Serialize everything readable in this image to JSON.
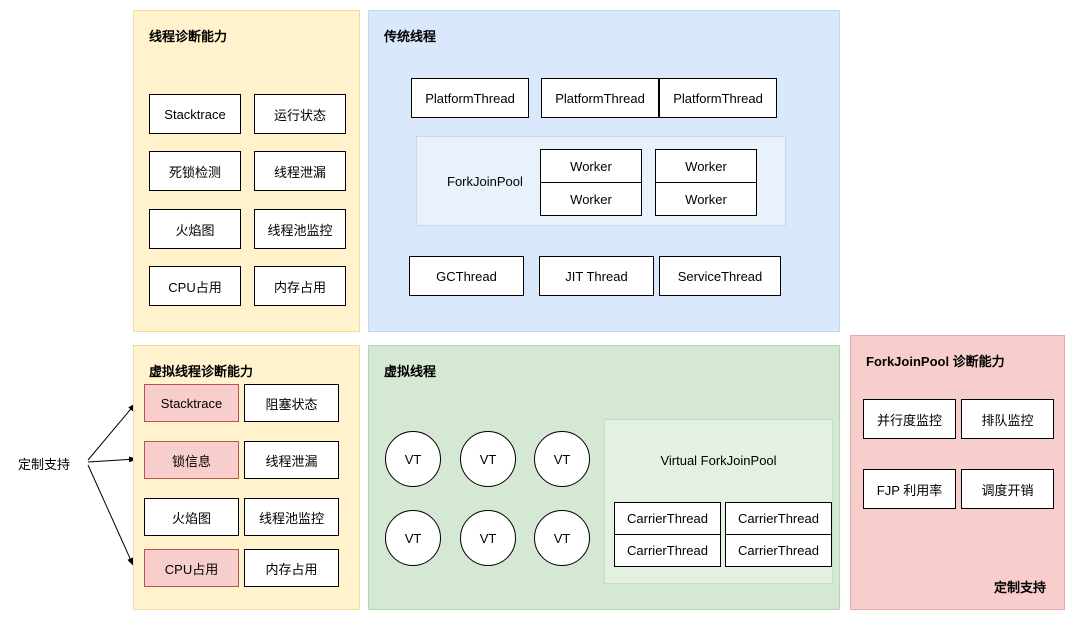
{
  "custom_support": {
    "label": "定制支持"
  },
  "panels": {
    "thread_diag": {
      "title": "线程诊断能力",
      "boxes": [
        "Stacktrace",
        "运行状态",
        "死锁检测",
        "线程泄漏",
        "火焰图",
        "线程池监控",
        "CPU占用",
        "内存占用"
      ]
    },
    "traditional": {
      "title": "传统线程",
      "platform_threads": [
        "PlatformThread",
        "PlatformThread",
        "PlatformThread"
      ],
      "forkjoinpool": {
        "label": "ForkJoinPool",
        "workers": [
          "Worker",
          "Worker",
          "Worker",
          "Worker"
        ]
      },
      "system_threads": [
        "GCThread",
        "JIT Thread",
        "ServiceThread"
      ]
    },
    "vt_diag": {
      "title": "虚拟线程诊断能力",
      "boxes": [
        {
          "label": "Stacktrace",
          "highlighted": true
        },
        {
          "label": "阻塞状态",
          "highlighted": false
        },
        {
          "label": "锁信息",
          "highlighted": true
        },
        {
          "label": "线程泄漏",
          "highlighted": false
        },
        {
          "label": "火焰图",
          "highlighted": false
        },
        {
          "label": "线程池监控",
          "highlighted": false
        },
        {
          "label": "CPU占用",
          "highlighted": true
        },
        {
          "label": "内存占用",
          "highlighted": false
        }
      ]
    },
    "virtual": {
      "title": "虚拟线程",
      "vts": [
        "VT",
        "VT",
        "VT",
        "VT",
        "VT",
        "VT"
      ],
      "virtual_forkjoinpool": {
        "title": "Virtual ForkJoinPool",
        "carriers": [
          "CarrierThread",
          "CarrierThread",
          "CarrierThread",
          "CarrierThread"
        ]
      }
    },
    "fjp_diag": {
      "title": "ForkJoinPool 诊断能力",
      "boxes": [
        "并行度监控",
        "排队监控",
        "FJP 利用率",
        "调度开销"
      ],
      "footer": "定制支持"
    }
  },
  "colors": {
    "yellow_panel": "#fff2cc",
    "blue_panel": "#dae8fc",
    "green_panel": "#d5e8d4",
    "pink_panel": "#f8cecc",
    "highlight_fill": "#f8cecc",
    "highlight_border": "#b85450"
  }
}
